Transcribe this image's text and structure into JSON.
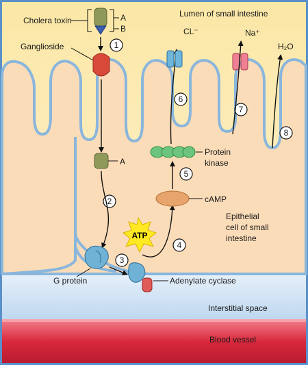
{
  "labels": {
    "lumen": "Lumen of small intestine",
    "cholera_toxin": "Cholera toxin",
    "subunit_a": "A",
    "subunit_b": "B",
    "ganglioside": "Ganglioside",
    "cl": "CL⁻",
    "na": "Na⁺",
    "h2o": "H₂O",
    "protein_kinase_line1": "Protein",
    "protein_kinase_line2": "kinase",
    "a_fragment": "A",
    "camp": "cAMP",
    "epithelial_line1": "Epithelial",
    "epithelial_line2": "cell of small",
    "epithelial_line3": "intestine",
    "atp": "ATP",
    "g_protein": "G protein",
    "adenylate_cyclase": "Adenylate cyclase",
    "interstitial": "Interstitial space",
    "blood_vessel": "Blood vessel"
  },
  "steps": [
    "1",
    "2",
    "3",
    "4",
    "5",
    "6",
    "7",
    "8"
  ],
  "colors": {
    "border": "#5a8fc8",
    "lumen_top": "#fbe7a6",
    "lumen_bottom": "#fdf3d2",
    "cell": "#fbdcb8",
    "membrane": "#8ab6dc",
    "interstitial": "#cfe2f2",
    "blood": "#d8283c",
    "toxin_a": "#8f9a5a",
    "toxin_b": "#3a5db0",
    "ganglioside": "#d8493a",
    "g_protein": "#6fb2d6",
    "cyclase": "#e05a5a",
    "camp": "#e7a46c",
    "kinase": "#6cc47e",
    "cl_channel": "#6fb6dc",
    "na_channel": "#ef7f92",
    "atp_burst": "#ffe923"
  }
}
